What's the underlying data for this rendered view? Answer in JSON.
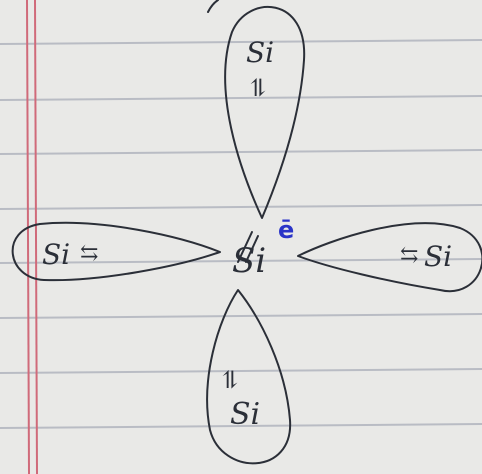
{
  "paper": {
    "background": "#e9e9e7",
    "rule_color": "#b9bcc4",
    "margin_color": "#d06a7a",
    "ink_color": "#2b2f38",
    "electron_color": "#2a34c8"
  },
  "diagram": {
    "center_atom": "Si",
    "electron_label": "ē",
    "lobes": [
      {
        "id": "top",
        "atom": "Si",
        "arrows": "⥮"
      },
      {
        "id": "left",
        "atom": "Si",
        "arrows": "⇆"
      },
      {
        "id": "right",
        "atom": "Si",
        "arrows": "⇆"
      },
      {
        "id": "bottom",
        "atom": "Si",
        "arrows": "⥮"
      }
    ]
  }
}
